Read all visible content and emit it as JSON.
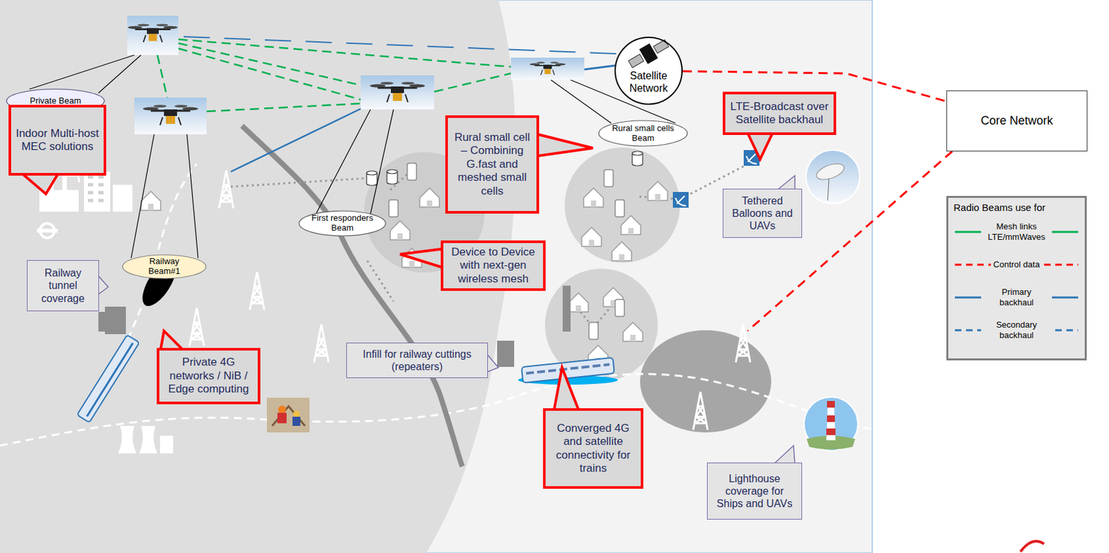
{
  "diagram": {
    "nodes": [
      {
        "text": [
          "Private Beam"
        ]
      },
      {
        "text": [
          "Indoor Multi-host MEC solutions"
        ]
      },
      {
        "text": [
          "Satellite Network"
        ]
      },
      {
        "text": [
          "LTE-Broadcast over Satellite backhaul"
        ]
      },
      {
        "text": [
          "Core Network"
        ]
      },
      {
        "text": [
          "Rural small cells Beam"
        ]
      },
      {
        "text": [
          "Rural small cell – Combining G.fast and meshed small cells"
        ]
      },
      {
        "text": [
          "Tethered Balloons and UAVs"
        ]
      },
      {
        "text": [
          "First responders Beam"
        ]
      },
      {
        "text": [
          "Device to Device with next-gen wireless mesh"
        ]
      },
      {
        "text": [
          "Railway Beam#1"
        ]
      },
      {
        "text": [
          "Railway tunnel coverage"
        ]
      },
      {
        "text": [
          "Infill for railway cuttings (repeaters)"
        ]
      },
      {
        "text": [
          "Private 4G networks / NiB / Edge computing"
        ]
      },
      {
        "text": [
          "Converged 4G and satellite connectivity for trains"
        ]
      },
      {
        "text": [
          "Lighthouse coverage for Ships and UAVs"
        ]
      }
    ],
    "edges": [
      {
        "from": 2,
        "to": 4,
        "arrow": "none"
      }
    ],
    "labels": [
      "Radio Beams use for"
    ],
    "legend": [
      {
        "text": "Mesh links LTE/mmWaves"
      },
      {
        "text": "Control data"
      },
      {
        "text": "Primary backhaul"
      },
      {
        "text": "Secondary backhaul"
      }
    ]
  }
}
